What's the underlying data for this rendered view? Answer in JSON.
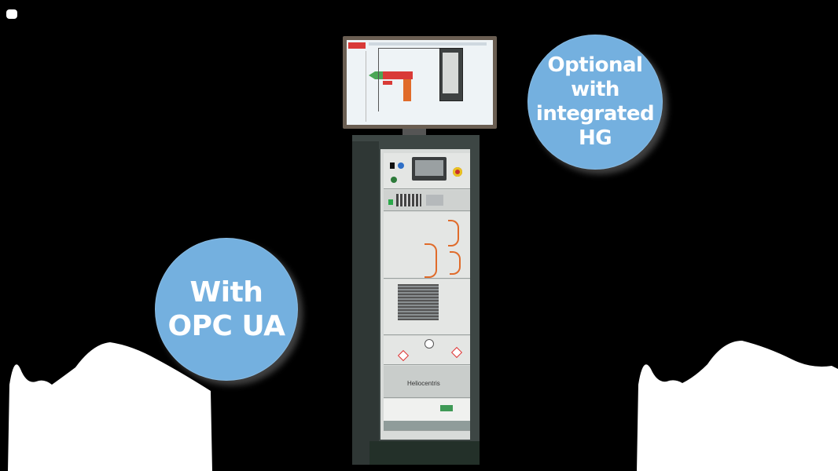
{
  "bubbles": {
    "right": {
      "lines": [
        "Optional with",
        "integrated",
        "HG"
      ]
    },
    "left": {
      "lines": [
        "With",
        "OPC UA"
      ]
    }
  },
  "cabinet": {
    "brand_label": "Heliocentris"
  },
  "colors": {
    "background": "#000000",
    "bubble_fill": "#74b0df",
    "bubble_text": "#ffffff",
    "cabinet_frame": "#3d4644",
    "accent_red": "#d93a37",
    "accent_green": "#4aa655",
    "accent_orange": "#e06b2a"
  }
}
